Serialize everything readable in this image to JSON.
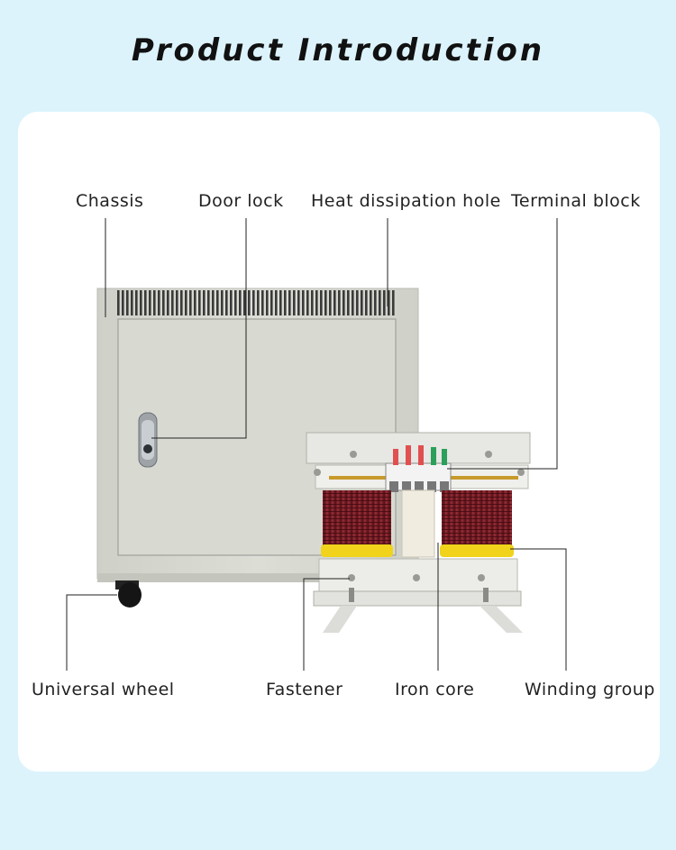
{
  "page": {
    "title": "Product Introduction"
  },
  "labels": {
    "chassis": "Chassis",
    "door_lock": "Door lock",
    "heat_dissipation_hole": "Heat dissipation hole",
    "terminal_block": "Terminal block",
    "universal_wheel": "Universal wheel",
    "fastener": "Fastener",
    "iron_core": "Iron core",
    "winding_group": "Winding group"
  },
  "colors": {
    "page_background": "#dcf3fc",
    "card_background": "#ffffff",
    "cabinet": "#d6d8d0",
    "coil": "#7a1f28",
    "coil_band": "#f0d31a",
    "leader_line": "#222222"
  }
}
